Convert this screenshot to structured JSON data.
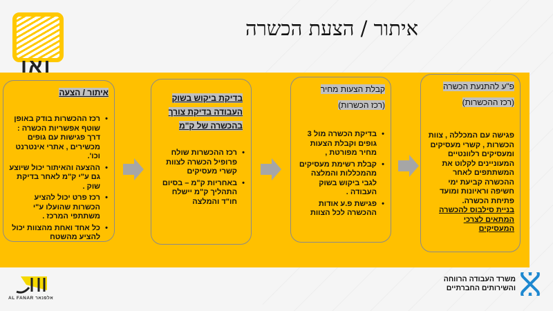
{
  "title": "איתור / הצעת הכשרה",
  "logo_top": {
    "text": "ואן"
  },
  "steps": [
    {
      "heading": "איתור / הצעה",
      "bullets": [
        "רכז ההכשרות בודק באופן שוטף אפשריות הכשרה : דרך פגישות עם גופים מכשירים , אתרי אינטרנט וכו'.",
        "ההצעה והאיתור יכול שיוצע גם ע\"י ק\"מ לאחר בדיקת שוק .",
        "רכז פרט יכול להציע הכשרות שהועלו ע\"י משתתפי המרכז .",
        "כל אחד ואחת מהצוות יכול להציע מהשטח"
      ]
    },
    {
      "heading": "בדיקת ביקוש בשוק העבודה בדיקת צורך בהכשרה של ק\"מ",
      "bullets": [
        "רכז ההכשרות שולח פרופיל הכשרה לצוות קשרי מעסיקים",
        "באחריות ק\"מ – בסיום התהליך ק\"מ יישלח חו\"ד והמלצה"
      ]
    },
    {
      "heading": "קבלת הצעות מחיר",
      "subheading": "(רכז הכשרות)",
      "bullets": [
        "בדיקת הכשרה  מול 3 גופים וקבלת הצעות מחיר מפורטת ,",
        "קבלת רשימת מעסיקים מהמכללות והמלצה לגבי ביקוש בשוק העבודה .",
        "פגישת פ.ע אודות ההכשרה לכל הצוות"
      ]
    },
    {
      "heading": "פ\"ע להתנעת הכשרה",
      "subheading": "(רכז ההכשרות)",
      "body": "פגישה עם המכללה , צוות הכשרות , קשרי מעסיקים ומעסיקים רלוונטיים המעוניינים לקלוט את המשתתפים לאחר ההכשרה קביעת ימי חשיפה וראיונות ומועד פתיחת הכשרה.",
      "link": "בניית סילבוס להכשרה המתאים לצרכי המעסיקים"
    }
  ],
  "footer": {
    "ministry_line1": "משרד העבודה הרווחה",
    "ministry_line2": "והשירותים החברתיים",
    "alfanar_logo": "الفنار",
    "alfanar_caption": "AL FANAR אלפנאר"
  },
  "colors": {
    "band": "#ffc000",
    "arrow": "#a6a6a6",
    "heading_bg": "#c0c0c0",
    "ministry_blue": "#1e88d0"
  }
}
